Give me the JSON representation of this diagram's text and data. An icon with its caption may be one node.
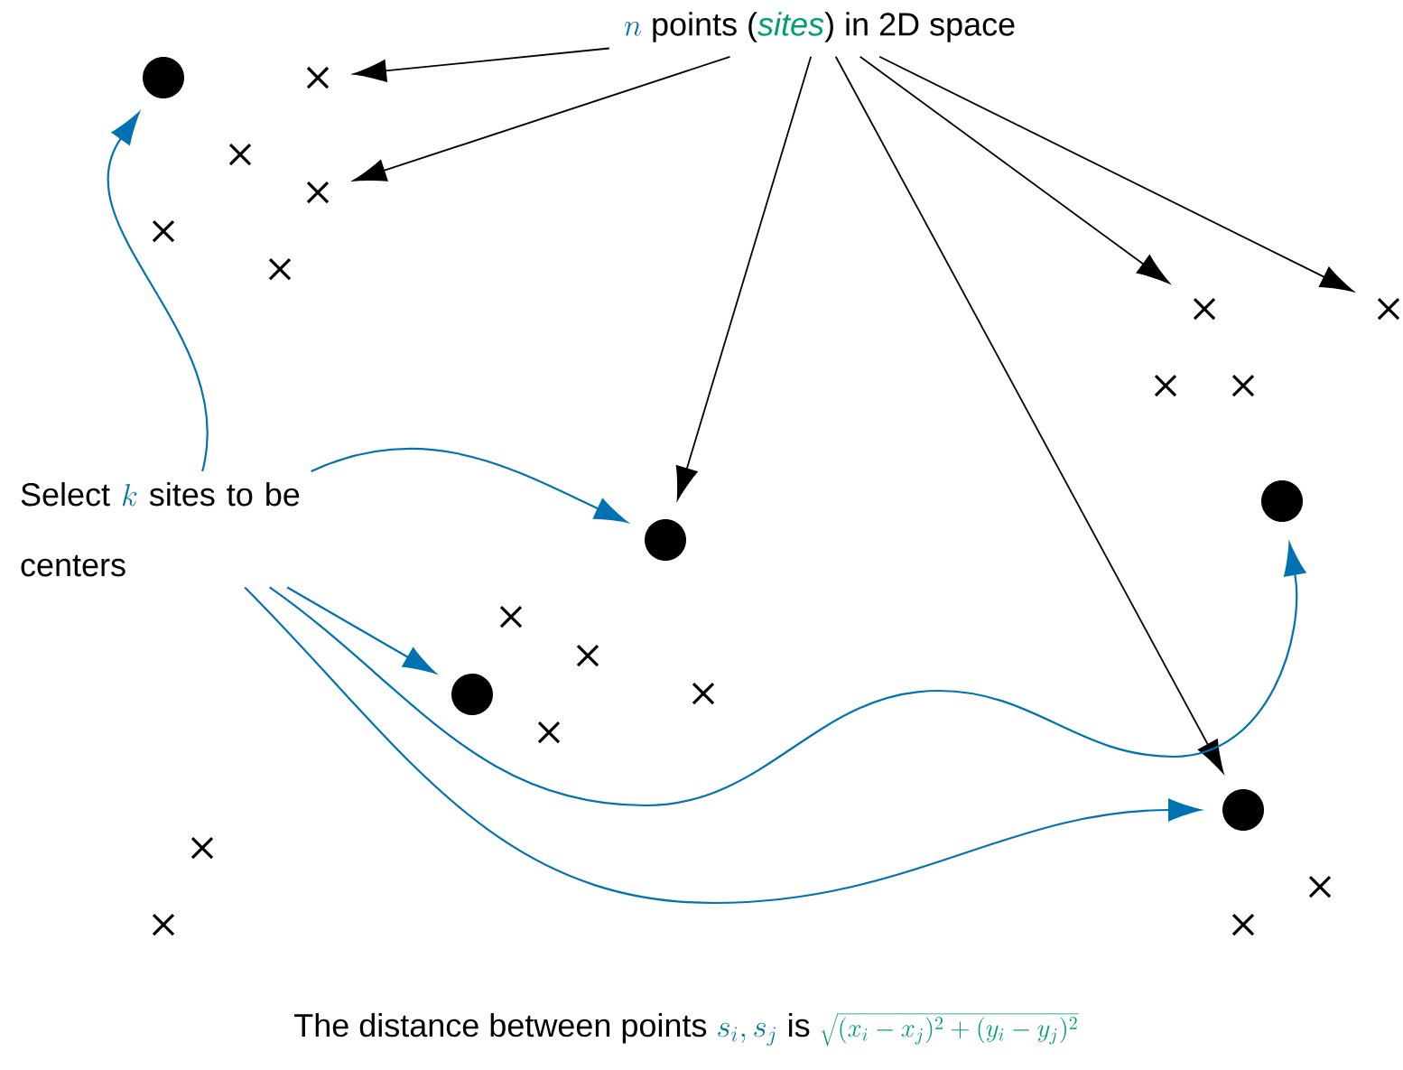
{
  "diagram": {
    "nodes": [
      {
        "text": [
          "n",
          "points (",
          "sites",
          ") in 2D space"
        ]
      },
      {
        "text": [],
        "shape": "circle"
      },
      {
        "text": [],
        "shape": "cross"
      },
      {
        "text": [],
        "shape": "cross"
      },
      {
        "text": [],
        "shape": "cross"
      },
      {
        "text": [],
        "shape": "cross"
      },
      {
        "text": [],
        "shape": "cross"
      },
      {
        "text": [],
        "shape": "cross"
      },
      {
        "text": [],
        "shape": "cross"
      },
      {
        "text": [],
        "shape": "cross"
      },
      {
        "text": [],
        "shape": "cross"
      },
      {
        "text": [
          "Select",
          "k",
          "sites to be centers"
        ]
      },
      {
        "text": [],
        "shape": "circle"
      },
      {
        "text": [],
        "shape": "circle"
      },
      {
        "text": [],
        "shape": "cross"
      },
      {
        "text": [],
        "shape": "cross"
      },
      {
        "text": [],
        "shape": "cross"
      },
      {
        "text": [],
        "shape": "circle"
      },
      {
        "text": [],
        "shape": "cross"
      },
      {
        "text": [],
        "shape": "circle"
      },
      {
        "text": [],
        "shape": "cross"
      },
      {
        "text": [],
        "shape": "cross"
      },
      {
        "text": [],
        "shape": "cross"
      },
      {
        "text": [],
        "shape": "cross"
      }
    ],
    "edges": [
      {
        "from": 0,
        "to": 2,
        "arrow": "to"
      },
      {
        "from": 0,
        "to": 4,
        "arrow": "to"
      },
      {
        "from": 0,
        "to": 13,
        "arrow": "to"
      },
      {
        "from": 0,
        "to": 19,
        "arrow": "to"
      },
      {
        "from": 0,
        "to": 7,
        "arrow": "to"
      },
      {
        "from": 0,
        "to": 8,
        "arrow": "to"
      },
      {
        "from": 11,
        "to": 1,
        "arrow": "to",
        "color": "#0072b2"
      },
      {
        "from": 11,
        "to": 13,
        "arrow": "to",
        "color": "#0072b2"
      },
      {
        "from": 11,
        "to": 17,
        "arrow": "to",
        "color": "#0072b2"
      },
      {
        "from": 11,
        "to": 12,
        "arrow": "to",
        "color": "#0072b2"
      },
      {
        "from": 11,
        "to": 19,
        "arrow": "to",
        "color": "#0072b2"
      }
    ],
    "labels": [
      "The distance between points",
      "s_i, s_j",
      "is",
      "\\sqrt{(x_i-x_j)^2+(y_i-y_j)^2}"
    ]
  }
}
